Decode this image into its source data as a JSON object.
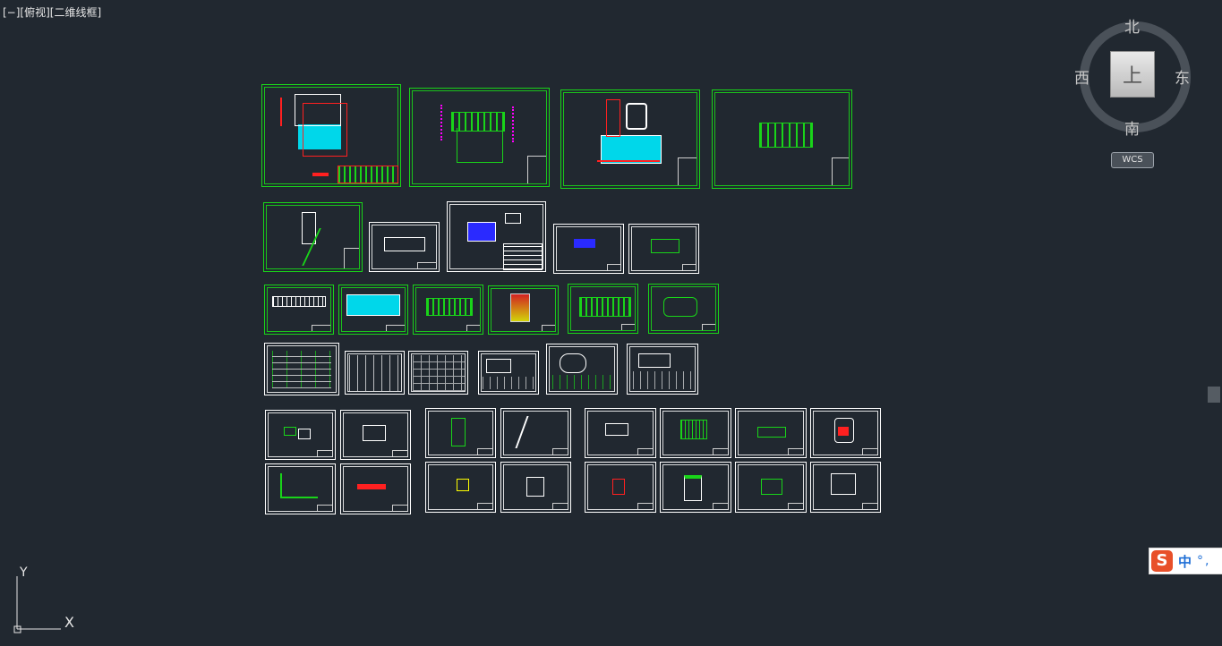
{
  "viewport": {
    "label": "[−][俯视][二维线框]"
  },
  "viewcube": {
    "north": "北",
    "south": "南",
    "west": "西",
    "east": "东",
    "face": "上",
    "wcs": "WCS"
  },
  "ucs": {
    "x_label": "X",
    "y_label": "Y"
  },
  "ime": {
    "logo": "S",
    "mode": "中",
    "punct": "°,"
  },
  "colors": {
    "background": "#212830",
    "green": "#19d419",
    "cyan": "#00e5ff",
    "red": "#ff2020",
    "magenta": "#ff00ff",
    "blue": "#2a2aff",
    "yellow": "#ffff00"
  }
}
